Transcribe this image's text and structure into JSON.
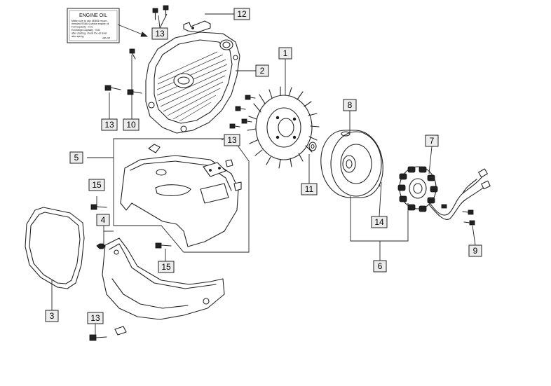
{
  "label": {
    "title": "ENGINE OIL",
    "lines": [
      "Make sure to use 4EB05 recom-",
      "mended SS6A 4-stroke engine oil",
      "Full Capacity : 0.9L",
      "Exchange Capacity : 0.8L",
      "after starting, check the oil level",
      "also spring",
      "4Bh-0/2"
    ]
  },
  "callouts": [
    {
      "id": "c1",
      "text": "1"
    },
    {
      "id": "c2",
      "text": "2"
    },
    {
      "id": "c3",
      "text": "3"
    },
    {
      "id": "c4",
      "text": "4"
    },
    {
      "id": "c5",
      "text": "5"
    },
    {
      "id": "c6",
      "text": "6"
    },
    {
      "id": "c7",
      "text": "7"
    },
    {
      "id": "c8",
      "text": "8"
    },
    {
      "id": "c9",
      "text": "9"
    },
    {
      "id": "c10",
      "text": "10"
    },
    {
      "id": "c11",
      "text": "11"
    },
    {
      "id": "c12",
      "text": "12"
    },
    {
      "id": "c13a",
      "text": "13"
    },
    {
      "id": "c13b",
      "text": "13"
    },
    {
      "id": "c13c",
      "text": "13"
    },
    {
      "id": "c13d",
      "text": "13"
    },
    {
      "id": "c14",
      "text": "14"
    },
    {
      "id": "c15a",
      "text": "15"
    },
    {
      "id": "c15b",
      "text": "15"
    }
  ]
}
